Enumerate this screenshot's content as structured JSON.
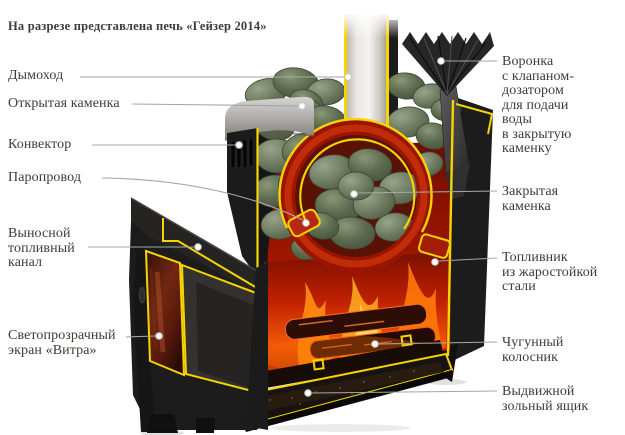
{
  "title": "На разрезе представлена печь «Гейзер 2014»",
  "labels": {
    "left": [
      {
        "id": "dymohod",
        "text": "Дымоход"
      },
      {
        "id": "otkrytaya",
        "text": "Открытая каменка"
      },
      {
        "id": "konvektor",
        "text": "Конвектор"
      },
      {
        "id": "paroprovod",
        "text": "Паропровод"
      },
      {
        "id": "vynosnoy",
        "text": "Выносной\nтопливный\nканал"
      },
      {
        "id": "ekran-vitra",
        "text": "Светопрозрачный\nэкран «Витра»"
      }
    ],
    "right": [
      {
        "id": "voronka",
        "text": "Воронка\nс клапаном-\nдозатором\nдля подачи\nводы\nв закрытую\nкаменку"
      },
      {
        "id": "zakrytaya",
        "text": "Закрытая\nкаменка"
      },
      {
        "id": "toplivnik",
        "text": "Топливник\nиз жаростойкой\nстали"
      },
      {
        "id": "kolosnik",
        "text": "Чугунный\nколосник"
      },
      {
        "id": "zolnik",
        "text": "Выдвижной\nзольный ящик"
      }
    ]
  },
  "colors": {
    "label_text": "#3f3b37",
    "leader_line": "#a6a6a6",
    "cut_outline_yellow": "#f5d400",
    "fire_orange": "#f05808",
    "chamber_red": "#a81800",
    "stone_green": "#67755a",
    "body_black": "#1c1c1c",
    "background": "#ffffff"
  }
}
